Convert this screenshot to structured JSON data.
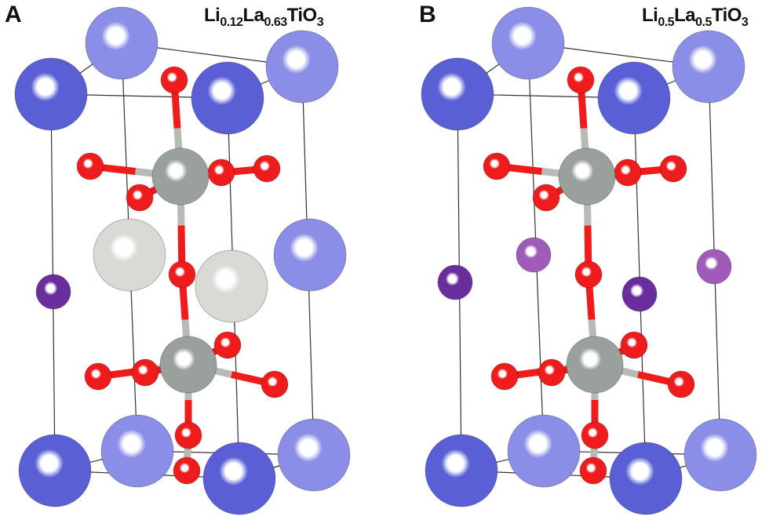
{
  "panels": [
    {
      "letter": "A",
      "formula": {
        "el1": "Li",
        "sub1": "0.12",
        "el2": "La",
        "sub2": "0.63",
        "el3": "TiO",
        "sub3": "3"
      }
    },
    {
      "letter": "B",
      "formula": {
        "el1": "Li",
        "sub1": "0.5",
        "el2": "La",
        "sub2": "0.5",
        "el3": "TiO",
        "sub3": "3"
      }
    }
  ],
  "colors": {
    "la_dark": "#5a5fd6",
    "la_light": "#8b8ee6",
    "li": "#6a2e9c",
    "li_light": "#a05ab8",
    "ti": "#9aa09c",
    "vacancy": "#d8dad6",
    "oxygen": "#ee1c1c",
    "bond": "#b8bab6"
  }
}
